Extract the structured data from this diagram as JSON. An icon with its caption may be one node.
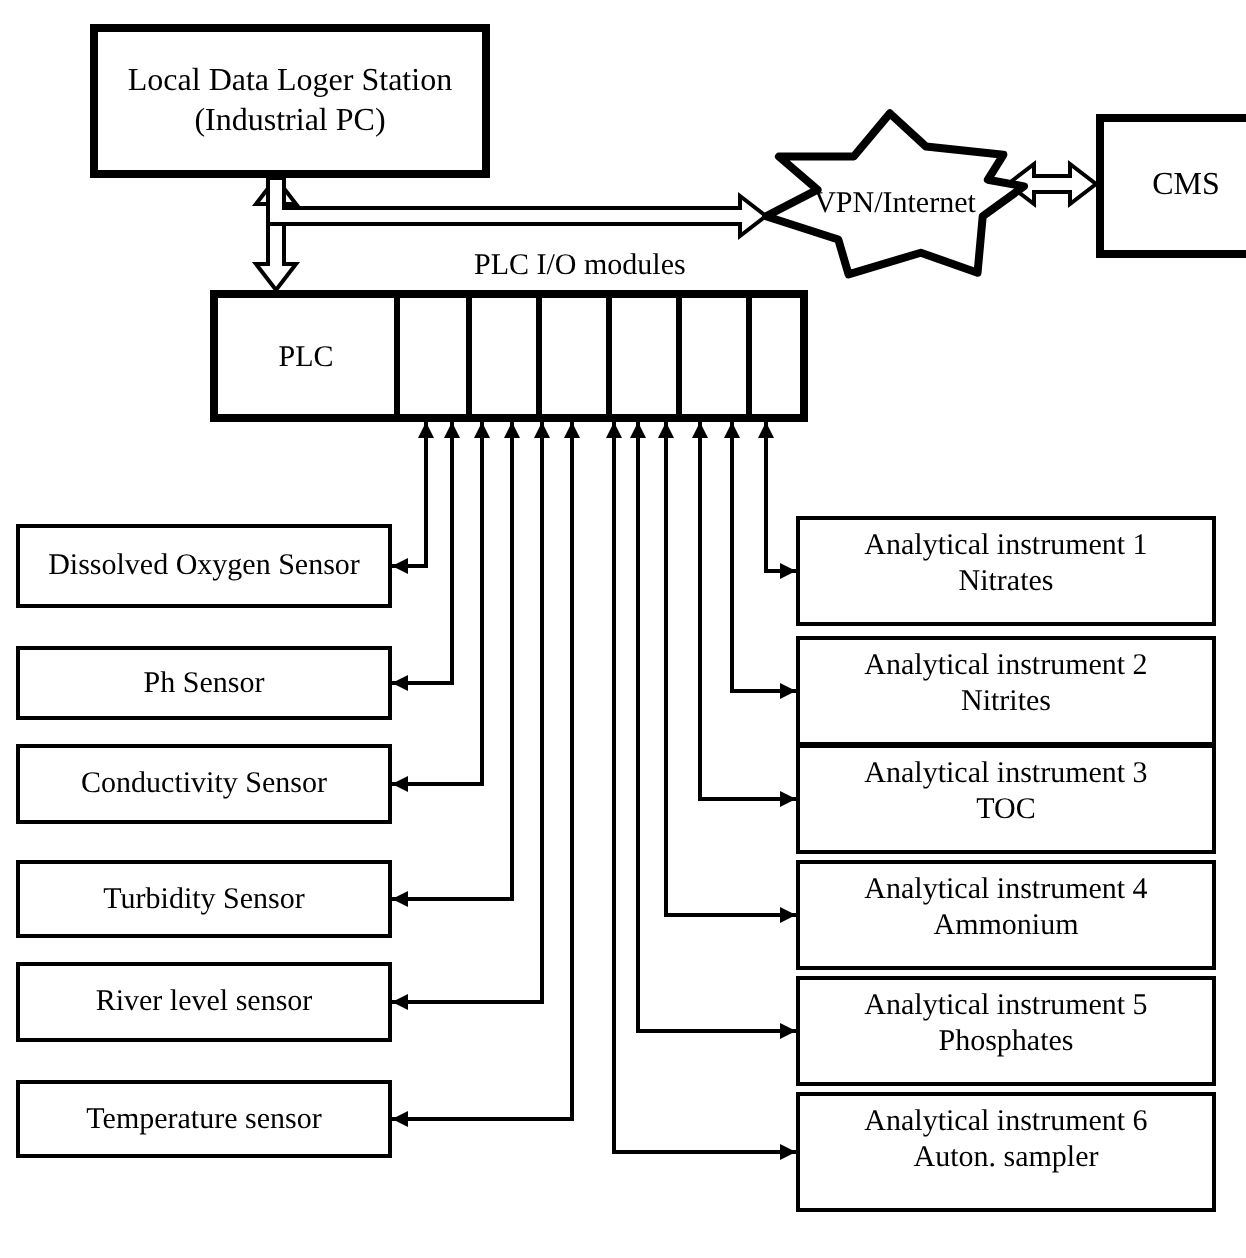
{
  "diagram": {
    "nodes": [
      {
        "text": [
          "Local Data Loger Station (Industrial PC)"
        ]
      },
      {
        "text": [
          "VPN/Internet"
        ]
      },
      {
        "text": [
          "CMS"
        ]
      },
      {
        "text": [
          "PLC I/O modules",
          "PLC"
        ]
      },
      {
        "text": [
          "Dissolved Oxygen Sensor"
        ]
      },
      {
        "text": [
          "Ph Sensor"
        ]
      },
      {
        "text": [
          "Conductivity Sensor"
        ]
      },
      {
        "text": [
          "Turbidity Sensor"
        ]
      },
      {
        "text": [
          "River level sensor"
        ]
      },
      {
        "text": [
          "Temperature sensor"
        ]
      },
      {
        "text": [
          "Analytical instrument 1",
          "Nitrates"
        ]
      },
      {
        "text": [
          "Analytical instrument 2",
          "Nitrites"
        ]
      },
      {
        "text": [
          "Analytical instrument 3",
          "TOC"
        ]
      },
      {
        "text": [
          "Analytical instrument 4",
          "Ammonium"
        ]
      },
      {
        "text": [
          "Analytical instrument 5",
          "Phosphates"
        ]
      },
      {
        "text": [
          "Analytical instrument 6",
          "Auton. sampler"
        ]
      }
    ],
    "edges": [
      {
        "from": 0,
        "to": 3,
        "arrow": "both",
        "style": "thick"
      },
      {
        "from": 0,
        "to": 1,
        "arrow": "to",
        "style": "thick"
      },
      {
        "from": 1,
        "to": 2,
        "arrow": "both",
        "style": "thick"
      },
      {
        "from": 3,
        "to": 4,
        "arrow": "both"
      },
      {
        "from": 3,
        "to": 5,
        "arrow": "both"
      },
      {
        "from": 3,
        "to": 6,
        "arrow": "both"
      },
      {
        "from": 3,
        "to": 7,
        "arrow": "both"
      },
      {
        "from": 3,
        "to": 8,
        "arrow": "both"
      },
      {
        "from": 3,
        "to": 9,
        "arrow": "both"
      },
      {
        "from": 3,
        "to": 10,
        "arrow": "both"
      },
      {
        "from": 3,
        "to": 11,
        "arrow": "both"
      },
      {
        "from": 3,
        "to": 12,
        "arrow": "both"
      },
      {
        "from": 3,
        "to": 13,
        "arrow": "both"
      },
      {
        "from": 3,
        "to": 14,
        "arrow": "both"
      },
      {
        "from": 3,
        "to": 15,
        "arrow": "both"
      }
    ]
  }
}
